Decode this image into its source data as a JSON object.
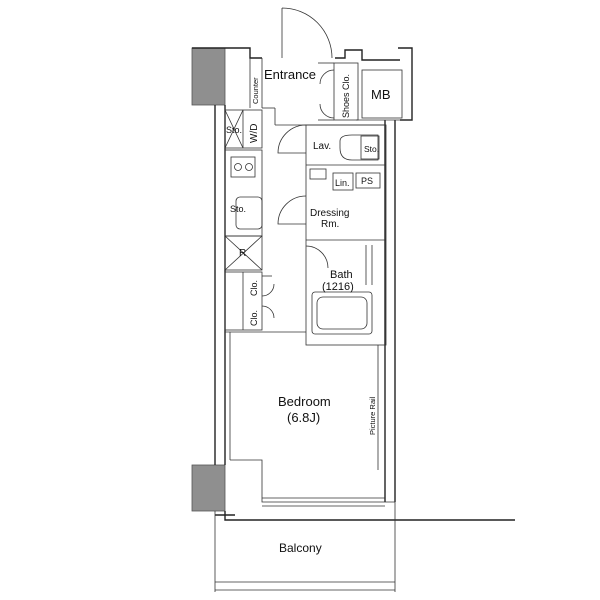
{
  "plan": {
    "labels": {
      "entrance": "Entrance",
      "counter": "Counter",
      "shoes_clo": "Shoes Clo.",
      "mb": "MB",
      "sto_upper": "Sto.",
      "wd": "W/D",
      "lav": "Lav.",
      "sto_lav": "Sto.",
      "lin": "Lin.",
      "ps": "PS",
      "sto_kitchen": "Sto.",
      "dressing": "Dressing",
      "dressing_rm": "Rm.",
      "r": "R",
      "bath": "Bath",
      "bath_size": "(1216)",
      "clo_a": "Clo.",
      "clo_b": "Clo.",
      "bedroom": "Bedroom",
      "bedroom_size": "(6.8J)",
      "picture_rail": "Picture Rail",
      "balcony": "Balcony"
    }
  }
}
